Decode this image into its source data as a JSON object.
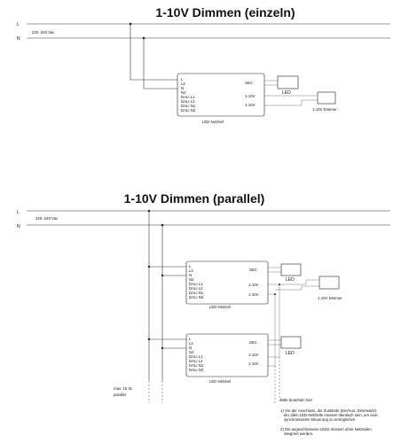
{
  "diagram1": {
    "title": "1-10V  Dimmen (einzeln)",
    "line_L": "L",
    "line_N": "N",
    "voltage": "220 -240 Vac",
    "psu_inputs": [
      "L",
      "L2",
      "N",
      "N2",
      "DALI L1",
      "DALI L2",
      "DALI N1",
      "DALI N2"
    ],
    "sec_label": "SEC",
    "out_labels": [
      "1-10V",
      "1-10V"
    ],
    "psu_caption": "LED  Netzteil",
    "led_label": "LED",
    "dimmer_label": "1-10V  Dimmer"
  },
  "diagram2": {
    "title": "1-10V  Dimmen (parallel)",
    "line_L": "L",
    "line_N": "N",
    "voltage": "220 -240 Vac",
    "psu_inputs": [
      "L",
      "L2",
      "N",
      "N2",
      "DALI L1",
      "DALI L2",
      "DALI N1",
      "DALI N2"
    ],
    "sec_label": "SEC",
    "out_labels": [
      "1-10V",
      "1-10V"
    ],
    "psu_caption": "LED  Netzteil",
    "led_label": "LED",
    "dimmer_label": "1-10V  Dimmer",
    "max_note_1": "max. 15 St.",
    "max_note_2": "parallel",
    "notes_title": "Bitte beachten Sie!",
    "note1_lines": [
      "1) Vor der Anschluss, die Zustände (Ein/Aus, Dimmstufe)",
      "der allen LED-Netzteile müssen identisch sein, um eine-",
      "synchronisierte Steuerung zu ermöglichen."
    ],
    "note2_lines": [
      "2) Die angeschlossene LEDs müssen ohne Netzteilen",
      "integriert werden."
    ]
  }
}
